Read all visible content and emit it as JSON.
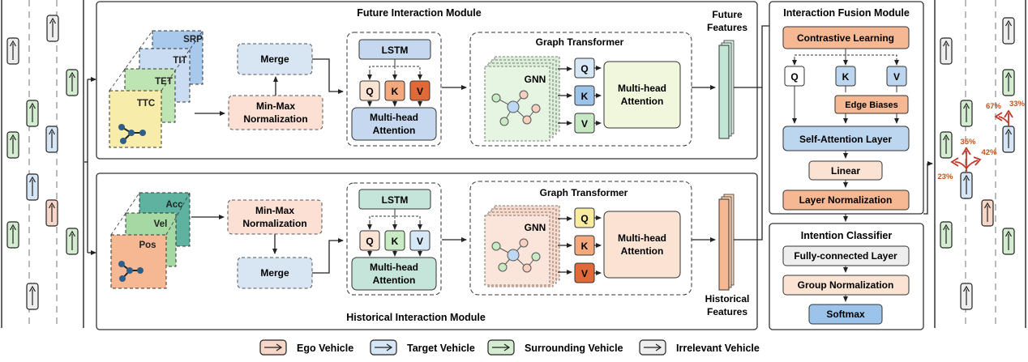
{
  "future_module": {
    "title": "Future Interaction Module",
    "features": [
      "SRP",
      "TIT",
      "TET",
      "TTC"
    ],
    "merge": "Merge",
    "minmax": [
      "Min-Max",
      "Normalization"
    ],
    "lstm": "LSTM",
    "q": "Q",
    "k": "K",
    "v": "V",
    "mha": [
      "Multi-head",
      "Attention"
    ],
    "gt_title": "Graph Transformer",
    "gnn": "GNN",
    "output_label": [
      "Future",
      "Features"
    ]
  },
  "historical_module": {
    "title": "Historical Interaction Module",
    "features": [
      "Acc",
      "Vel",
      "Pos"
    ],
    "merge": "Merge",
    "minmax": [
      "Min-Max",
      "Normalization"
    ],
    "lstm": "LSTM",
    "q": "Q",
    "k": "K",
    "v": "V",
    "mha": [
      "Multi-head",
      "Attention"
    ],
    "gt_title": "Graph Transformer",
    "gnn": "GNN",
    "output_label": [
      "Historical",
      "Features"
    ]
  },
  "fusion_module": {
    "title": "Interaction Fusion Module",
    "contrastive": "Contrastive Learning",
    "q": "Q",
    "k": "K",
    "v": "V",
    "edge_biases": "Edge Biases",
    "self_attention": "Self-Attention Layer",
    "linear": "Linear",
    "layer_norm": "Layer Normalization"
  },
  "classifier": {
    "title": "Intention Classifier",
    "fc": "Fully-connected Layer",
    "group_norm": "Group Normalization",
    "softmax": "Softmax"
  },
  "probabilities": [
    "67%",
    "33%",
    "35%",
    "42%",
    "23%"
  ],
  "legend": {
    "ego": "Ego Vehicle",
    "target": "Target Vehicle",
    "surrounding": "Surrounding Vehicle",
    "irrelevant": "Irrelevant Vehicle"
  },
  "colors": {
    "ego": "#f8d7c8",
    "target": "#d6e6f6",
    "surrounding": "#d4ecd0",
    "irrelevant": "#eeeeee",
    "orange": "#f5b893",
    "blue": "#bcd6ef",
    "green": "#c9e6d7",
    "red": "#e06a37"
  }
}
